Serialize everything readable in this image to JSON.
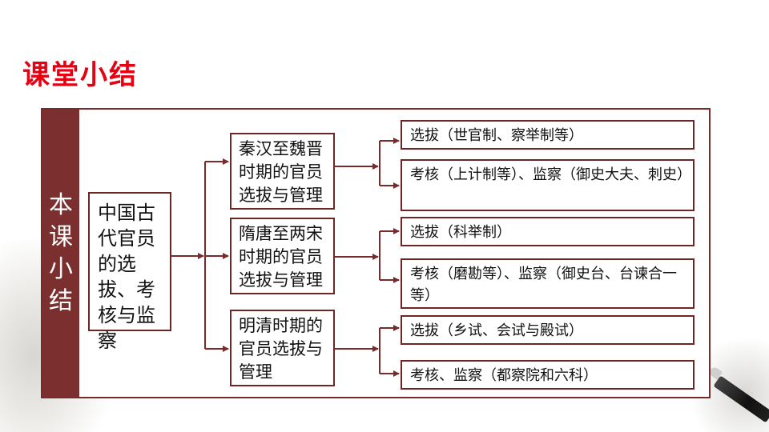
{
  "title": "课堂小结",
  "sidebar_label": "本课小结",
  "root": "中国古代官员的选拔、考核与监察",
  "periods": [
    {
      "label": "秦汉至魏晋时期的官员选拔与管理",
      "items": [
        "选拔（世官制、察举制等）",
        "考核（上计制等）、监察（御史大夫、刺史）"
      ]
    },
    {
      "label": "隋唐至两宋时期的官员选拔与管理",
      "items": [
        "选拔（科举制）",
        "考核（磨勘等）、监察（御史台、台谏合一等）"
      ]
    },
    {
      "label": "明清时期的官员选拔与管理",
      "items": [
        "选拔（乡试、会试与殿试）",
        "考核、监察（都察院和六科）"
      ]
    }
  ],
  "colors": {
    "title": "#e60012",
    "frame": "#7b2f2f",
    "line": "#7a2a2a"
  }
}
